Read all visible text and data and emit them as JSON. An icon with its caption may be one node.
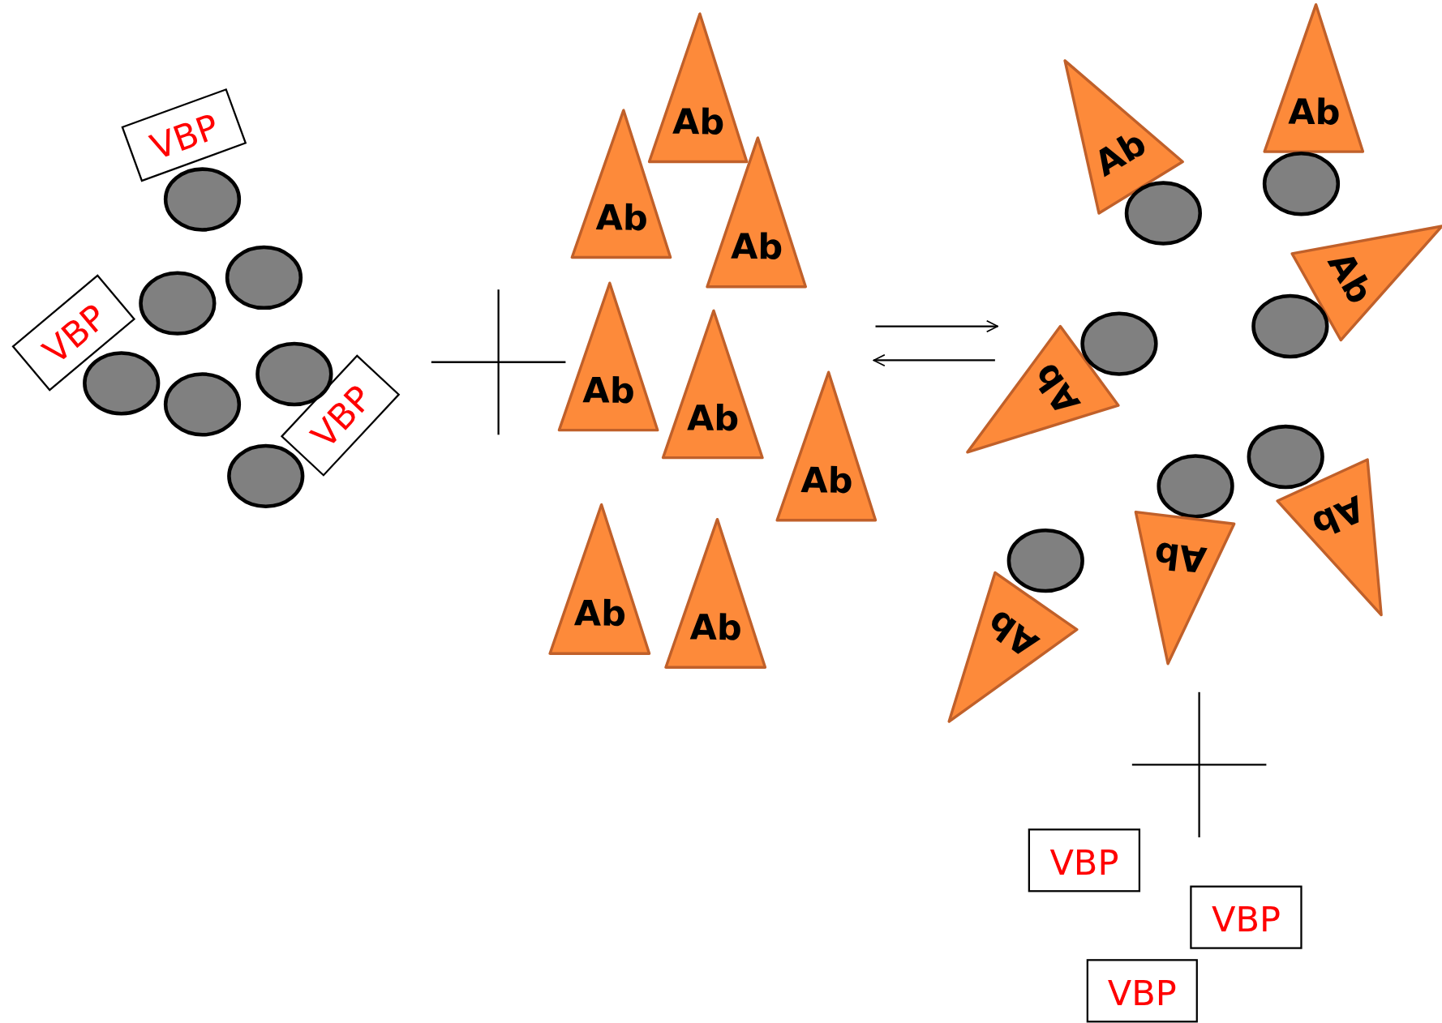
{
  "diagram": {
    "nodes": [
      {
        "text": [
          "VBP"
        ]
      },
      {
        "text": [
          "VBP"
        ]
      },
      {
        "text": [
          "VBP"
        ]
      },
      {
        "text": [],
        "shape": "circle"
      },
      {
        "text": [],
        "shape": "circle"
      },
      {
        "text": [],
        "shape": "circle"
      },
      {
        "text": [],
        "shape": "circle"
      },
      {
        "text": [],
        "shape": "circle"
      },
      {
        "text": [],
        "shape": "circle"
      },
      {
        "text": [],
        "shape": "circle"
      },
      {
        "text": [
          "Ab"
        ]
      },
      {
        "text": [
          "Ab"
        ]
      },
      {
        "text": [
          "Ab"
        ]
      },
      {
        "text": [
          "Ab"
        ]
      },
      {
        "text": [
          "Ab"
        ]
      },
      {
        "text": [
          "Ab"
        ]
      },
      {
        "text": [
          "Ab"
        ]
      },
      {
        "text": [
          "Ab"
        ]
      },
      {
        "text": [
          "Ab"
        ]
      },
      {
        "text": [],
        "shape": "circle"
      },
      {
        "text": [
          "Ab"
        ]
      },
      {
        "text": [],
        "shape": "circle"
      },
      {
        "text": [
          "Ab"
        ]
      },
      {
        "text": [],
        "shape": "circle"
      },
      {
        "text": [
          "Ab"
        ]
      },
      {
        "text": [],
        "shape": "circle"
      },
      {
        "text": [],
        "shape": "circle"
      },
      {
        "text": [
          "Ab"
        ]
      },
      {
        "text": [],
        "shape": "circle"
      },
      {
        "text": [
          "Ab"
        ]
      },
      {
        "text": [],
        "shape": "circle"
      },
      {
        "text": [
          "Ab"
        ]
      },
      {
        "text": [
          "VBP"
        ]
      },
      {
        "text": [
          "VBP"
        ]
      },
      {
        "text": [
          "VBP"
        ]
      }
    ]
  }
}
